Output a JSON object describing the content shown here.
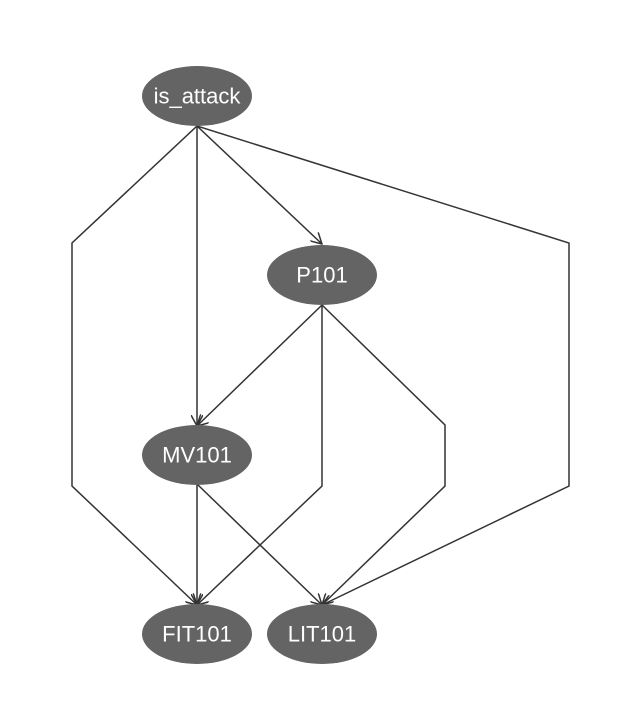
{
  "diagram": {
    "type": "directed-graph",
    "node_color": "#646464",
    "label_color": "#ffffff",
    "edge_color": "#333333",
    "nodes": [
      {
        "id": "is_attack",
        "label": "is_attack"
      },
      {
        "id": "P101",
        "label": "P101"
      },
      {
        "id": "MV101",
        "label": "MV101"
      },
      {
        "id": "FIT101",
        "label": "FIT101"
      },
      {
        "id": "LIT101",
        "label": "LIT101"
      }
    ],
    "edges": [
      {
        "from": "is_attack",
        "to": "FIT101"
      },
      {
        "from": "is_attack",
        "to": "MV101"
      },
      {
        "from": "is_attack",
        "to": "P101"
      },
      {
        "from": "is_attack",
        "to": "LIT101"
      },
      {
        "from": "P101",
        "to": "MV101"
      },
      {
        "from": "P101",
        "to": "FIT101"
      },
      {
        "from": "P101",
        "to": "LIT101"
      },
      {
        "from": "MV101",
        "to": "FIT101"
      },
      {
        "from": "MV101",
        "to": "LIT101"
      }
    ]
  }
}
